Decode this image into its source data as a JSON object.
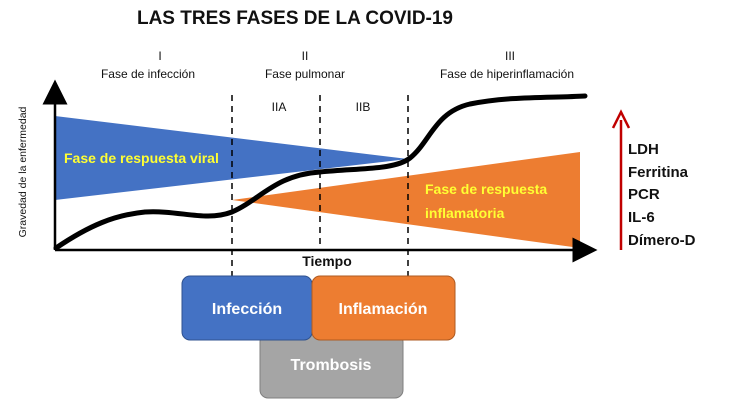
{
  "title": "LAS TRES FASES DE LA COVID-19",
  "phases": [
    {
      "num": "I",
      "name": "Fase de infección"
    },
    {
      "num": "II",
      "name": "Fase pulmonar"
    },
    {
      "num": "III",
      "name": "Fase de hiperinflamación"
    }
  ],
  "subphases": [
    "IIA",
    "IIB"
  ],
  "y_axis_label": "Gravedad de la enfermedad",
  "x_axis_label": "Tiempo",
  "viral_label": "Fase de respuesta viral",
  "inflammatory_label": [
    "Fase de respuesta",
    "inflamatoria"
  ],
  "markers": [
    "LDH",
    "Ferritina",
    "PCR",
    "IL-6",
    "Dímero-D"
  ],
  "boxes": {
    "infection": "Infección",
    "inflammation": "Inflamación",
    "thrombosis": "Trombosis"
  },
  "colors": {
    "blue": "#4472C4",
    "orange": "#ED7D31",
    "gray": "#A5A5A5",
    "yellow": "#FFFF33",
    "red": "#C00000"
  }
}
